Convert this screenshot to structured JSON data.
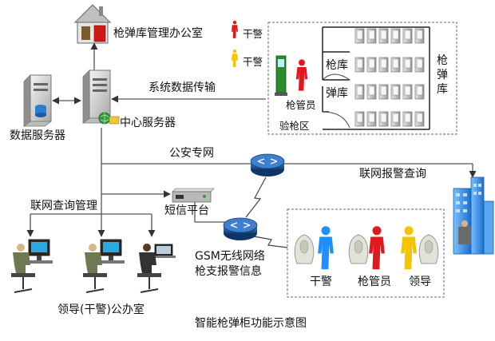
{
  "diagram": {
    "title": "智能枪弹柜功能示意图",
    "office": "枪弹库管理办公室",
    "data_transfer": "系统数据传输",
    "data_server": "数据服务器",
    "center_server": "中心服务器",
    "police_network": "公安专网",
    "alarm_query": "联网报警查询",
    "network_query_mgmt": "联网查询管理",
    "sms_platform": "短信平台",
    "gsm_line1": "GSM无线网络",
    "gsm_line2": "枪支报警信息",
    "leader_office": "领导(干警)公办室",
    "armory": {
      "label_vertical": "枪弹库",
      "gun_room": "枪库",
      "ammo_room": "弹库",
      "gun_manager": "枪管员",
      "inspection_area": "验枪区",
      "red_officer": "干警",
      "yellow_officer": "干警"
    },
    "alert_people": {
      "officer": "干警",
      "manager": "枪管员",
      "leader": "领导"
    },
    "colors": {
      "line": "#555555",
      "dashed_box": "#666666",
      "router": "#1f5fa8",
      "building": "#3a8ee6",
      "officer_blue": "#1e90ff",
      "manager_red": "#e0191e",
      "leader_yellow": "#f5c400",
      "monitor_screen": "#2aa8e0"
    }
  }
}
